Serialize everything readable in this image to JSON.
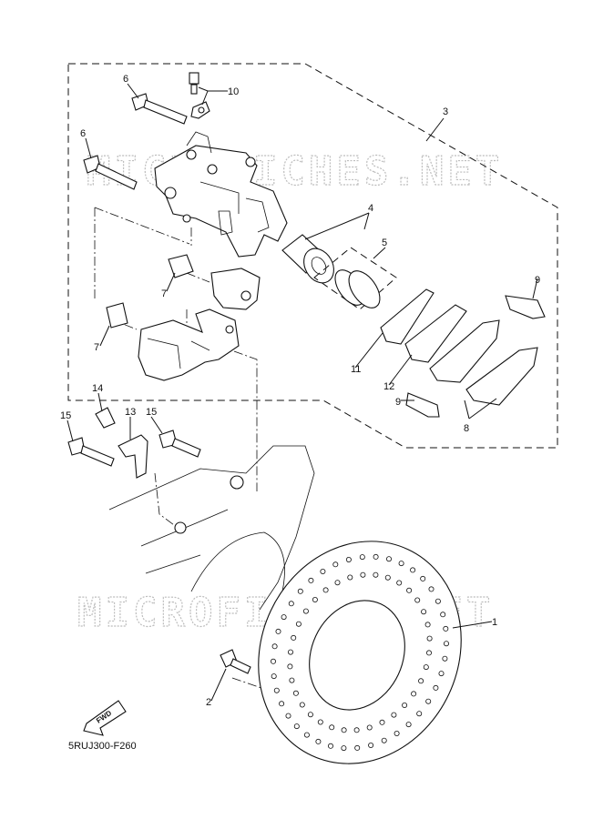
{
  "diagram": {
    "code": "5RUJ300-F260",
    "fwd_label": "FWD",
    "watermark": "MICROFICHES.NET",
    "callouts": {
      "c1": "1",
      "c2": "2",
      "c3": "3",
      "c4": "4",
      "c5": "5",
      "c6a": "6",
      "c6b": "6",
      "c7a": "7",
      "c7b": "7",
      "c8": "8",
      "c9a": "9",
      "c9b": "9",
      "c10": "10",
      "c11": "11",
      "c12": "12",
      "c13": "13",
      "c14": "14",
      "c15a": "15",
      "c15b": "15"
    }
  }
}
